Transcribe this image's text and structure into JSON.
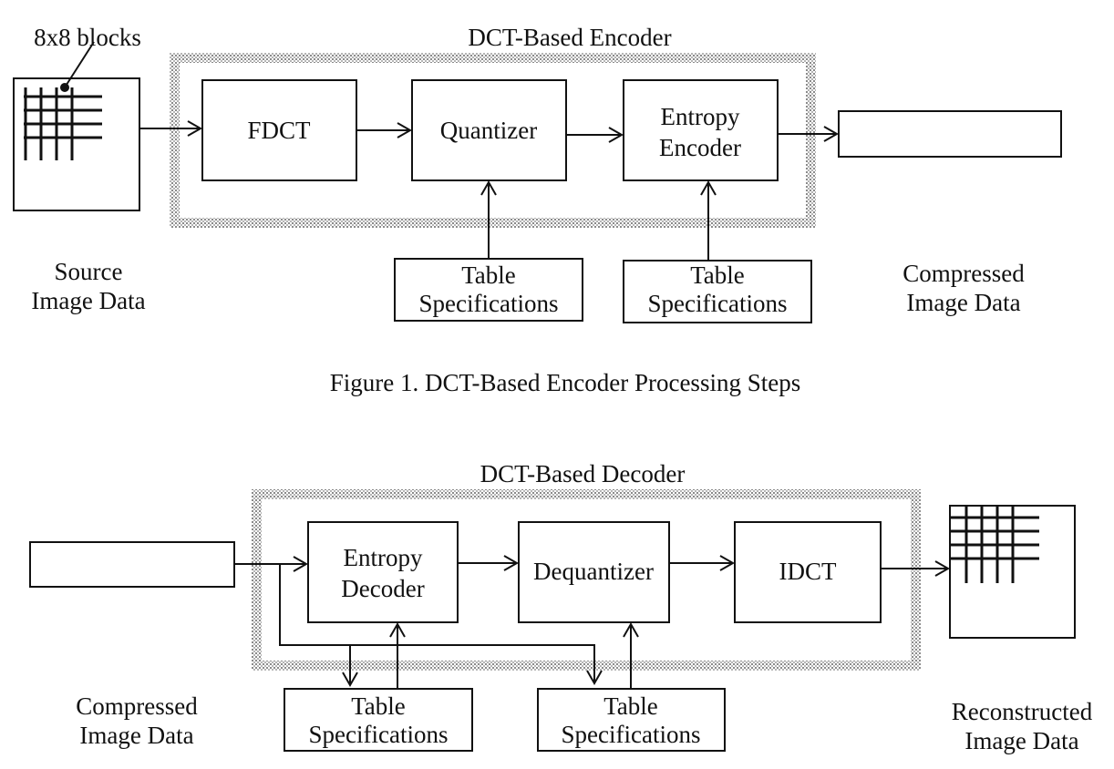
{
  "encoder": {
    "group_title": "DCT-Based Encoder",
    "blocks_label": "8x8 blocks",
    "fdct": "FDCT",
    "quantizer": "Quantizer",
    "entropy_encoder": [
      "Entropy",
      "Encoder"
    ],
    "table_spec_1": [
      "Table",
      "Specifications"
    ],
    "table_spec_2": [
      "Table",
      "Specifications"
    ],
    "source_label": [
      "Source",
      "Image Data"
    ],
    "compressed_label": [
      "Compressed",
      "Image Data"
    ],
    "caption": "Figure 1.  DCT-Based Encoder Processing Steps"
  },
  "decoder": {
    "group_title": "DCT-Based Decoder",
    "entropy_decoder": [
      "Entropy",
      "Decoder"
    ],
    "dequantizer": "Dequantizer",
    "idct": "IDCT",
    "table_spec_1": [
      "Table",
      "Specifications"
    ],
    "table_spec_2": [
      "Table",
      "Specifications"
    ],
    "compressed_label": [
      "Compressed",
      "Image Data"
    ],
    "reconstructed_label": [
      "Reconstructed",
      "Image Data"
    ]
  }
}
